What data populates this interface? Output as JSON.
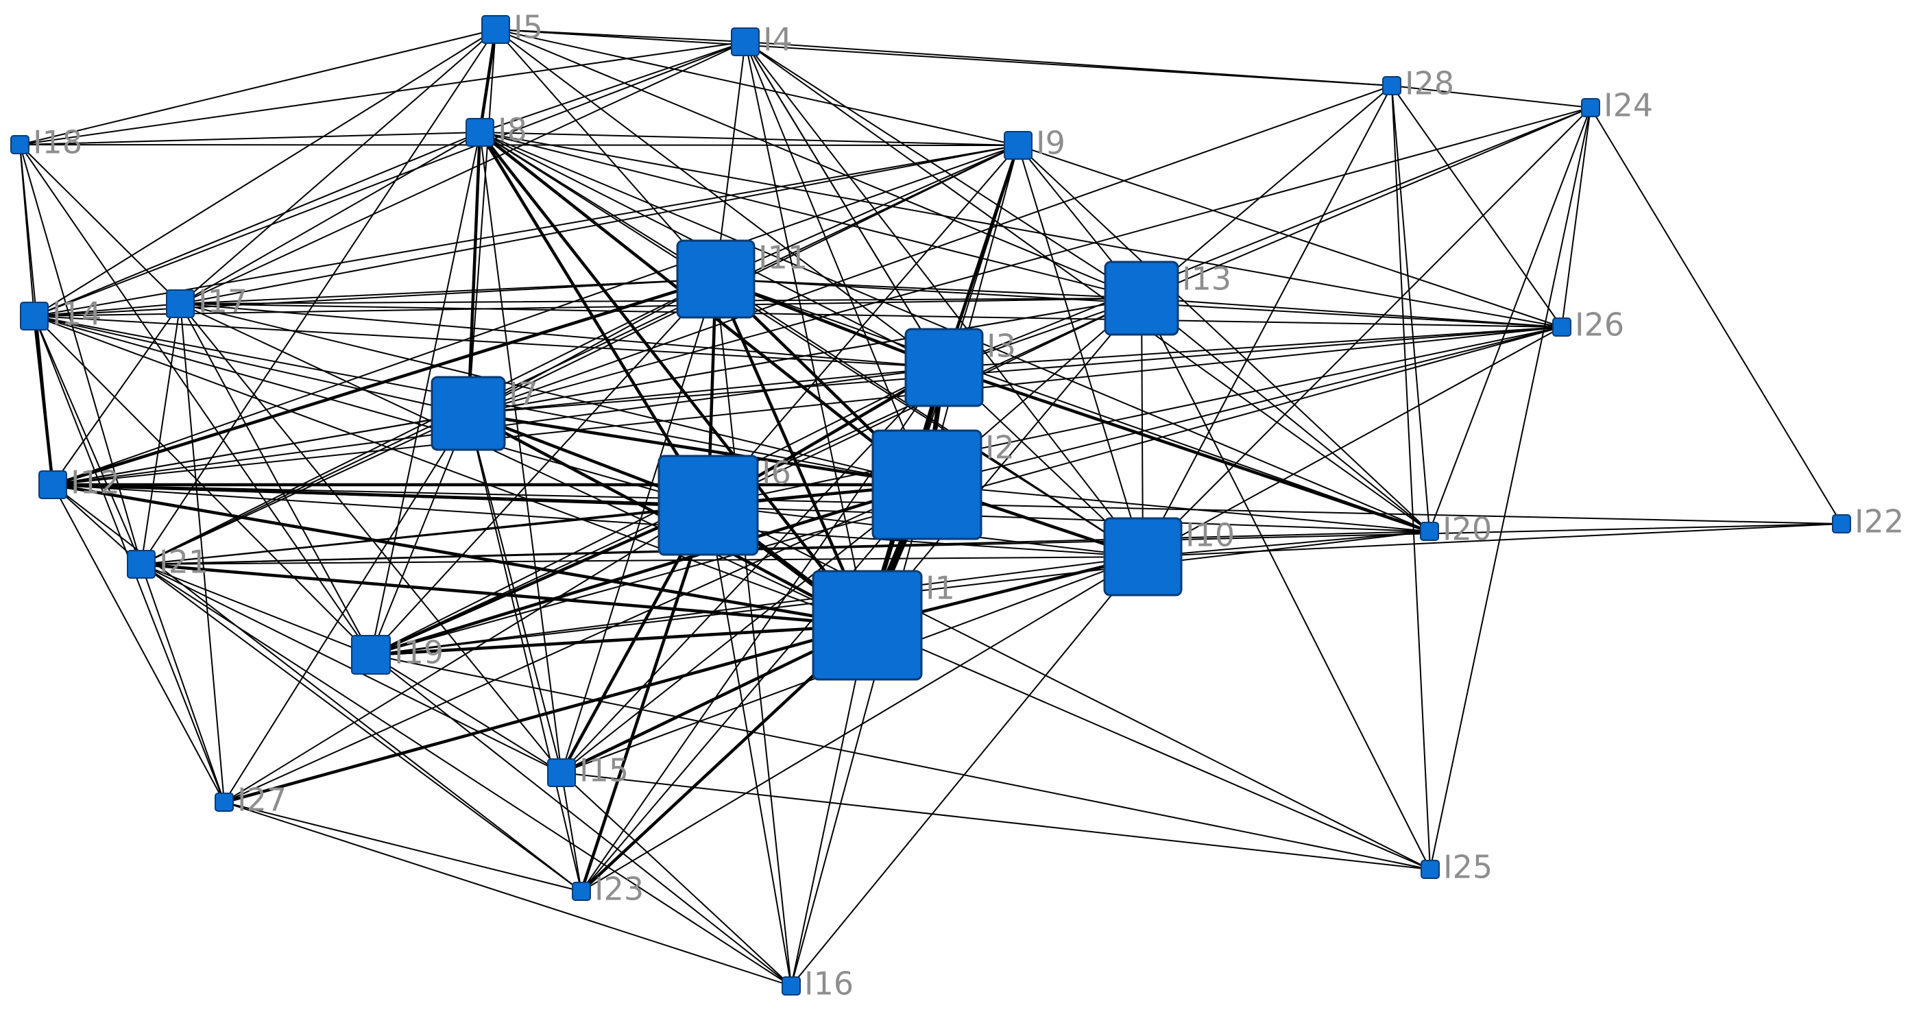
{
  "colors": {
    "node_fill": "#0A6ED2",
    "node_stroke": "#0B3B73",
    "edge": "#000000",
    "label": "#8E8E8E",
    "background": "#FFFFFF"
  },
  "nodes": [
    {
      "id": "I1",
      "label": "I1",
      "importance": 10
    },
    {
      "id": "I2",
      "label": "I2",
      "importance": 10
    },
    {
      "id": "I3",
      "label": "I3",
      "importance": 7
    },
    {
      "id": "I4",
      "label": "I4",
      "importance": 2
    },
    {
      "id": "I5",
      "label": "I5",
      "importance": 2
    },
    {
      "id": "I6",
      "label": "I6",
      "importance": 9
    },
    {
      "id": "I7",
      "label": "I7",
      "importance": 6
    },
    {
      "id": "I8",
      "label": "I8",
      "importance": 2
    },
    {
      "id": "I9",
      "label": "I9",
      "importance": 2
    },
    {
      "id": "I10",
      "label": "I10",
      "importance": 7
    },
    {
      "id": "I11",
      "label": "I11",
      "importance": 7
    },
    {
      "id": "I12",
      "label": "I12",
      "importance": 2
    },
    {
      "id": "I13",
      "label": "I13",
      "importance": 6
    },
    {
      "id": "I14",
      "label": "I14",
      "importance": 2
    },
    {
      "id": "I15",
      "label": "I15",
      "importance": 2
    },
    {
      "id": "I16",
      "label": "I16",
      "importance": 1
    },
    {
      "id": "I17",
      "label": "I17",
      "importance": 2
    },
    {
      "id": "I18",
      "label": "I18",
      "importance": 1
    },
    {
      "id": "I19",
      "label": "I19",
      "importance": 3
    },
    {
      "id": "I20",
      "label": "I20",
      "importance": 1
    },
    {
      "id": "I21",
      "label": "I21",
      "importance": 2
    },
    {
      "id": "I22",
      "label": "I22",
      "importance": 1
    },
    {
      "id": "I23",
      "label": "I23",
      "importance": 1
    },
    {
      "id": "I24",
      "label": "I24",
      "importance": 1
    },
    {
      "id": "I25",
      "label": "I25",
      "importance": 1
    },
    {
      "id": "I26",
      "label": "I26",
      "importance": 1
    },
    {
      "id": "I27",
      "label": "I27",
      "importance": 1
    },
    {
      "id": "I28",
      "label": "I28",
      "importance": 1
    }
  ],
  "edges": [
    [
      "I1",
      "I2",
      4
    ],
    [
      "I1",
      "I3",
      3
    ],
    [
      "I1",
      "I6",
      3
    ],
    [
      "I1",
      "I7",
      2
    ],
    [
      "I1",
      "I10",
      2
    ],
    [
      "I1",
      "I11",
      2
    ],
    [
      "I1",
      "I12",
      2
    ],
    [
      "I1",
      "I14",
      1
    ],
    [
      "I1",
      "I15",
      2
    ],
    [
      "I1",
      "I16",
      1
    ],
    [
      "I1",
      "I19",
      2
    ],
    [
      "I1",
      "I21",
      2
    ],
    [
      "I1",
      "I23",
      2
    ],
    [
      "I1",
      "I25",
      1
    ],
    [
      "I1",
      "I27",
      2
    ],
    [
      "I1",
      "I13",
      1
    ],
    [
      "I1",
      "I9",
      1
    ],
    [
      "I1",
      "I4",
      1
    ],
    [
      "I1",
      "I8",
      2
    ],
    [
      "I1",
      "I17",
      1
    ],
    [
      "I2",
      "I3",
      3
    ],
    [
      "I2",
      "I6",
      2
    ],
    [
      "I2",
      "I7",
      2
    ],
    [
      "I2",
      "I10",
      2
    ],
    [
      "I2",
      "I11",
      2
    ],
    [
      "I2",
      "I13",
      1
    ],
    [
      "I2",
      "I8",
      2
    ],
    [
      "I2",
      "I9",
      1
    ],
    [
      "I2",
      "I12",
      2
    ],
    [
      "I2",
      "I19",
      2
    ],
    [
      "I2",
      "I21",
      1
    ],
    [
      "I2",
      "I15",
      1
    ],
    [
      "I2",
      "I20",
      1
    ],
    [
      "I2",
      "I26",
      1
    ],
    [
      "I2",
      "I4",
      1
    ],
    [
      "I2",
      "I17",
      1
    ],
    [
      "I2",
      "I14",
      1
    ],
    [
      "I2",
      "I23",
      1
    ],
    [
      "I2",
      "I27",
      1
    ],
    [
      "I2",
      "I16",
      1
    ],
    [
      "I3",
      "I6",
      2
    ],
    [
      "I3",
      "I9",
      2
    ],
    [
      "I3",
      "I10",
      1
    ],
    [
      "I3",
      "I11",
      2
    ],
    [
      "I3",
      "I13",
      1
    ],
    [
      "I3",
      "I4",
      1
    ],
    [
      "I3",
      "I8",
      1
    ],
    [
      "I3",
      "I7",
      1
    ],
    [
      "I3",
      "I12",
      1
    ],
    [
      "I3",
      "I14",
      1
    ],
    [
      "I3",
      "I19",
      1
    ],
    [
      "I3",
      "I20",
      2
    ],
    [
      "I3",
      "I24",
      1
    ],
    [
      "I3",
      "I26",
      1
    ],
    [
      "I3",
      "I15",
      1
    ],
    [
      "I3",
      "I17",
      1
    ],
    [
      "I6",
      "I7",
      2
    ],
    [
      "I6",
      "I11",
      2
    ],
    [
      "I6",
      "I8",
      2
    ],
    [
      "I6",
      "I10",
      1
    ],
    [
      "I6",
      "I12",
      2
    ],
    [
      "I6",
      "I19",
      2
    ],
    [
      "I6",
      "I15",
      2
    ],
    [
      "I6",
      "I23",
      2
    ],
    [
      "I6",
      "I27",
      1
    ],
    [
      "I6",
      "I21",
      1
    ],
    [
      "I6",
      "I9",
      1
    ],
    [
      "I6",
      "I13",
      1
    ],
    [
      "I6",
      "I16",
      1
    ],
    [
      "I6",
      "I14",
      1
    ],
    [
      "I7",
      "I8",
      2
    ],
    [
      "I7",
      "I11",
      1
    ],
    [
      "I7",
      "I12",
      1
    ],
    [
      "I7",
      "I14",
      1
    ],
    [
      "I7",
      "I19",
      1
    ],
    [
      "I7",
      "I15",
      1
    ],
    [
      "I7",
      "I13",
      1
    ],
    [
      "I7",
      "I9",
      1
    ],
    [
      "I7",
      "I21",
      1
    ],
    [
      "I7",
      "I26",
      1
    ],
    [
      "I7",
      "I23",
      1
    ],
    [
      "I7",
      "I5",
      1
    ],
    [
      "I5",
      "I8",
      2
    ],
    [
      "I5",
      "I4",
      1
    ],
    [
      "I5",
      "I18",
      1
    ],
    [
      "I5",
      "I14",
      1
    ],
    [
      "I5",
      "I17",
      1
    ],
    [
      "I5",
      "I11",
      1
    ],
    [
      "I5",
      "I9",
      1
    ],
    [
      "I5",
      "I28",
      1
    ],
    [
      "I5",
      "I3",
      1
    ],
    [
      "I5",
      "I13",
      1
    ],
    [
      "I5",
      "I21",
      1
    ],
    [
      "I4",
      "I8",
      1
    ],
    [
      "I4",
      "I11",
      1
    ],
    [
      "I4",
      "I3",
      1
    ],
    [
      "I4",
      "I13",
      1
    ],
    [
      "I4",
      "I28",
      1
    ],
    [
      "I4",
      "I18",
      1
    ],
    [
      "I4",
      "I17",
      1
    ],
    [
      "I4",
      "I14",
      1
    ],
    [
      "I4",
      "I10",
      1
    ],
    [
      "I4",
      "I20",
      1
    ],
    [
      "I8",
      "I11",
      1
    ],
    [
      "I8",
      "I9",
      1
    ],
    [
      "I8",
      "I18",
      1
    ],
    [
      "I8",
      "I13",
      1
    ],
    [
      "I8",
      "I10",
      1
    ],
    [
      "I8",
      "I26",
      1
    ],
    [
      "I8",
      "I20",
      1
    ],
    [
      "I8",
      "I15",
      1
    ],
    [
      "I8",
      "I17",
      1
    ],
    [
      "I8",
      "I14",
      1
    ],
    [
      "I8",
      "I19",
      1
    ],
    [
      "I9",
      "I11",
      1
    ],
    [
      "I9",
      "I13",
      1
    ],
    [
      "I9",
      "I10",
      1
    ],
    [
      "I9",
      "I14",
      1
    ],
    [
      "I9",
      "I12",
      1
    ],
    [
      "I9",
      "I17",
      1
    ],
    [
      "I9",
      "I26",
      1
    ],
    [
      "I9",
      "I20",
      1
    ],
    [
      "I9",
      "I21",
      1
    ],
    [
      "I10",
      "I13",
      1
    ],
    [
      "I10",
      "I11",
      1
    ],
    [
      "I10",
      "I12",
      1
    ],
    [
      "I10",
      "I19",
      1
    ],
    [
      "I10",
      "I21",
      1
    ],
    [
      "I10",
      "I20",
      1
    ],
    [
      "I10",
      "I26",
      1
    ],
    [
      "I10",
      "I24",
      1
    ],
    [
      "I10",
      "I15",
      1
    ],
    [
      "I10",
      "I22",
      1
    ],
    [
      "I10",
      "I28",
      1
    ],
    [
      "I10",
      "I23",
      1
    ],
    [
      "I10",
      "I16",
      1
    ],
    [
      "I11",
      "I13",
      1
    ],
    [
      "I11",
      "I12",
      2
    ],
    [
      "I11",
      "I14",
      1
    ],
    [
      "I11",
      "I17",
      1
    ],
    [
      "I11",
      "I20",
      1
    ],
    [
      "I11",
      "I26",
      1
    ],
    [
      "I11",
      "I19",
      1
    ],
    [
      "I11",
      "I21",
      1
    ],
    [
      "I11",
      "I15",
      1
    ],
    [
      "I11",
      "I16",
      1
    ],
    [
      "I12",
      "I14",
      1
    ],
    [
      "I12",
      "I13",
      1
    ],
    [
      "I12",
      "I17",
      1
    ],
    [
      "I12",
      "I21",
      1
    ],
    [
      "I12",
      "I27",
      1
    ],
    [
      "I12",
      "I23",
      1
    ],
    [
      "I12",
      "I20",
      1
    ],
    [
      "I12",
      "I26",
      1
    ],
    [
      "I13",
      "I14",
      1
    ],
    [
      "I13",
      "I26",
      1
    ],
    [
      "I13",
      "I28",
      1
    ],
    [
      "I13",
      "I24",
      1
    ],
    [
      "I13",
      "I20",
      1
    ],
    [
      "I13",
      "I19",
      1
    ],
    [
      "I13",
      "I17",
      1
    ],
    [
      "I13",
      "I25",
      1
    ],
    [
      "I14",
      "I17",
      1
    ],
    [
      "I14",
      "I18",
      1
    ],
    [
      "I14",
      "I21",
      1
    ],
    [
      "I14",
      "I27",
      1
    ],
    [
      "I14",
      "I12",
      2
    ],
    [
      "I14",
      "I19",
      1
    ],
    [
      "I15",
      "I19",
      1
    ],
    [
      "I15",
      "I21",
      1
    ],
    [
      "I15",
      "I25",
      1
    ],
    [
      "I15",
      "I23",
      1
    ],
    [
      "I15",
      "I16",
      1
    ],
    [
      "I15",
      "I17",
      1
    ],
    [
      "I16",
      "I19",
      1
    ],
    [
      "I16",
      "I27",
      1
    ],
    [
      "I16",
      "I21",
      1
    ],
    [
      "I17",
      "I18",
      1
    ],
    [
      "I17",
      "I21",
      1
    ],
    [
      "I17",
      "I19",
      1
    ],
    [
      "I17",
      "I27",
      1
    ],
    [
      "I17",
      "I26",
      1
    ],
    [
      "I18",
      "I12",
      1
    ],
    [
      "I18",
      "I21",
      1
    ],
    [
      "I18",
      "I9",
      1
    ],
    [
      "I18",
      "I19",
      1
    ],
    [
      "I19",
      "I21",
      1
    ],
    [
      "I19",
      "I26",
      1
    ],
    [
      "I19",
      "I20",
      1
    ],
    [
      "I20",
      "I28",
      1
    ],
    [
      "I20",
      "I21",
      1
    ],
    [
      "I20",
      "I24",
      1
    ],
    [
      "I21",
      "I27",
      1
    ],
    [
      "I21",
      "I23",
      1
    ],
    [
      "I21",
      "I22",
      1
    ],
    [
      "I22",
      "I24",
      1
    ],
    [
      "I22",
      "I12",
      1
    ],
    [
      "I23",
      "I27",
      1
    ],
    [
      "I23",
      "I3",
      1
    ],
    [
      "I24",
      "I26",
      1
    ],
    [
      "I24",
      "I28",
      1
    ],
    [
      "I24",
      "I25",
      1
    ],
    [
      "I24",
      "I7",
      1
    ],
    [
      "I25",
      "I28",
      1
    ],
    [
      "I25",
      "I19",
      1
    ],
    [
      "I25",
      "I6",
      1
    ],
    [
      "I26",
      "I28",
      1
    ],
    [
      "I26",
      "I6",
      1
    ],
    [
      "I27",
      "I7",
      1
    ],
    [
      "I28",
      "I7",
      1
    ]
  ]
}
